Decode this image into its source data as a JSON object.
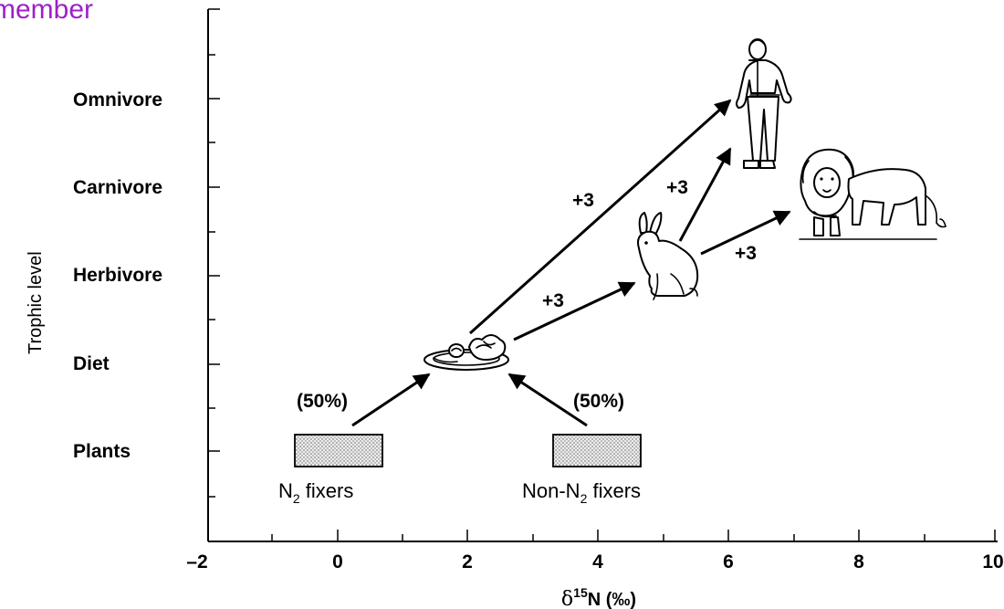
{
  "slide": {
    "header_fragment": "member",
    "header_color": "#a020c8"
  },
  "figure": {
    "y_axis_title": "Trophic level",
    "levels": [
      {
        "label": "Omnivore"
      },
      {
        "label": "Carnivore"
      },
      {
        "label": "Herbivore"
      },
      {
        "label": "Diet"
      },
      {
        "label": "Plants"
      }
    ],
    "x_ticks": [
      "–2",
      "0",
      "2",
      "4",
      "6",
      "8",
      "10"
    ],
    "x_axis_title_delta": "δ",
    "x_axis_title_sup": "15",
    "x_axis_title_rest": "N (‰)",
    "plants": [
      {
        "name_main": "N",
        "name_sub": "2",
        "name_rest": " fixers",
        "share": "(50%)"
      },
      {
        "name_main": "Non-N",
        "name_sub": "2",
        "name_rest": " fixers",
        "share": "(50%)"
      }
    ],
    "enrichment_labels": [
      "+3",
      "+3",
      "+3",
      "+3"
    ],
    "organisms": [
      {
        "icon": "food-plate-icon"
      },
      {
        "icon": "rabbit-icon"
      },
      {
        "icon": "human-icon"
      },
      {
        "icon": "lion-icon"
      }
    ]
  }
}
